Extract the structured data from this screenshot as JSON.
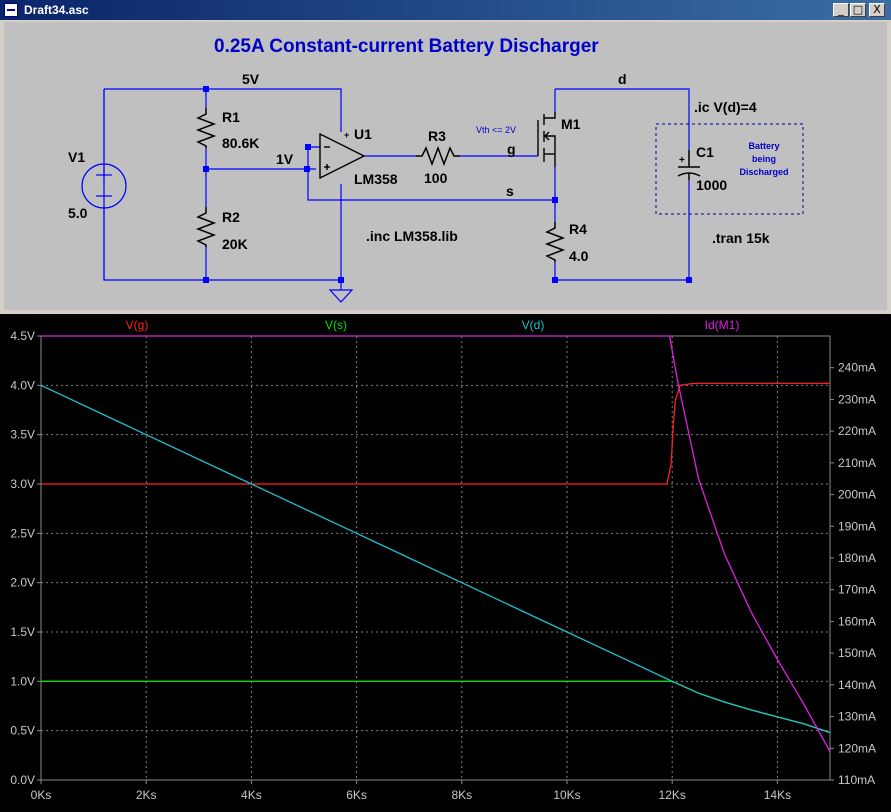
{
  "window": {
    "title": "Draft34.asc",
    "buttons": {
      "minimize": "_",
      "restore": "□",
      "close": "X"
    }
  },
  "schematic": {
    "title": "0.25A Constant-current Battery Discharger",
    "labels": {
      "net_5v": "5V",
      "net_1v": "1V",
      "net_d": "d",
      "net_g": "g",
      "net_s": "s",
      "v1_name": "V1",
      "v1_value": "5.0",
      "r1_name": "R1",
      "r1_value": "80.6K",
      "r2_name": "R2",
      "r2_value": "20K",
      "u1_name": "U1",
      "u1_value": "LM358",
      "r3_name": "R3",
      "r3_value": "100",
      "m1_name": "M1",
      "vth_note": "Vth <= 2V",
      "r4_name": "R4",
      "r4_value": "4.0",
      "c1_name": "C1",
      "c1_value": "1000",
      "battery_note": [
        "Battery",
        "being",
        "Discharged"
      ],
      "inc_directive": ".inc LM358.lib",
      "ic_directive": ".ic V(d)=4",
      "tran_directive": ".tran 15k"
    }
  },
  "chart_data": {
    "type": "line",
    "title": "",
    "xlabel": "",
    "x_ticks": [
      "0Ks",
      "2Ks",
      "4Ks",
      "6Ks",
      "8Ks",
      "10Ks",
      "12Ks",
      "14Ks"
    ],
    "xlim": [
      0,
      15000
    ],
    "left_axis": {
      "ylim": [
        0,
        4.5
      ],
      "ticks": [
        "0.0V",
        "0.5V",
        "1.0V",
        "1.5V",
        "2.0V",
        "2.5V",
        "3.0V",
        "3.5V",
        "4.0V",
        "4.5V"
      ]
    },
    "right_axis": {
      "ylim": [
        110,
        250
      ],
      "ticks": [
        "110mA",
        "120mA",
        "130mA",
        "140mA",
        "150mA",
        "160mA",
        "170mA",
        "180mA",
        "190mA",
        "200mA",
        "210mA",
        "220mA",
        "230mA",
        "240mA"
      ]
    },
    "grid": true,
    "legend": "top",
    "series": [
      {
        "name": "V(g)",
        "color": "#ff2020",
        "axis": "left",
        "x": [
          0,
          11900,
          11980,
          12020,
          12060,
          12150,
          12400,
          15000
        ],
        "y": [
          3.0,
          3.0,
          3.2,
          3.6,
          3.85,
          4.0,
          4.02,
          4.02
        ]
      },
      {
        "name": "V(s)",
        "color": "#00e000",
        "axis": "left",
        "x": [
          0,
          12000,
          12500,
          13000,
          13500,
          14000,
          14500,
          15000
        ],
        "y": [
          1.0,
          1.0,
          0.88,
          0.79,
          0.71,
          0.64,
          0.57,
          0.48
        ]
      },
      {
        "name": "V(d)",
        "color": "#20c0d0",
        "axis": "left",
        "x": [
          0,
          2000,
          4000,
          6000,
          8000,
          10000,
          12000,
          12500,
          13000,
          13500,
          14000,
          14500,
          15000
        ],
        "y": [
          4.0,
          3.5,
          3.0,
          2.5,
          2.0,
          1.5,
          1.0,
          0.88,
          0.79,
          0.71,
          0.64,
          0.57,
          0.48
        ]
      },
      {
        "name": "Id(M1)",
        "color": "#e020e0",
        "axis": "right",
        "x": [
          0,
          11950,
          12100,
          12500,
          13000,
          13500,
          14000,
          14500,
          15000
        ],
        "y": [
          250,
          250,
          236,
          205,
          181,
          163,
          148,
          134,
          119
        ]
      }
    ]
  }
}
